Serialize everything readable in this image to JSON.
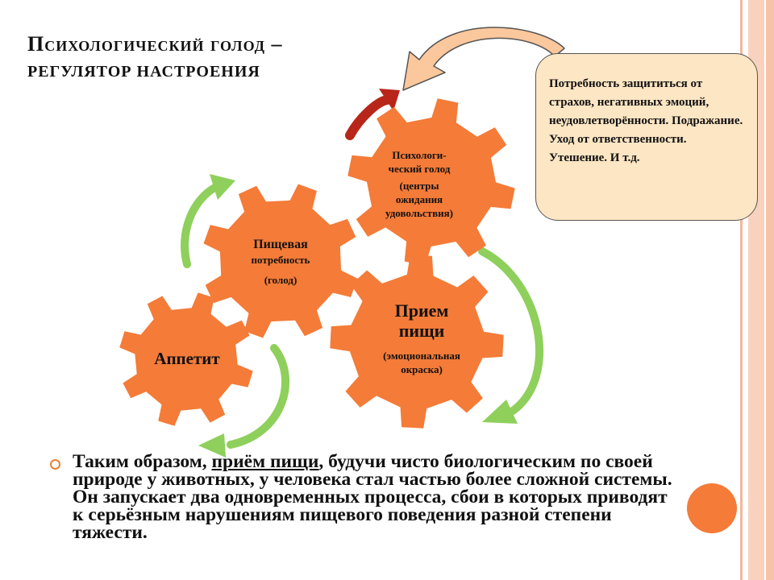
{
  "title": {
    "line1": "Психологический  голод –",
    "line2": "регулятор  настроения"
  },
  "gears": {
    "psych": {
      "title_part1": "Психологи-",
      "title_part2": "ческий голод",
      "sub": "(центры ожидания удовольствия)"
    },
    "food_need": {
      "title": "Пищевая",
      "line2": "потребность",
      "sub": "(голод)"
    },
    "food_intake": {
      "title_part1": "Прием",
      "title_part2": "пищи",
      "sub": "(эмоциональная окраска)"
    },
    "appetite": {
      "title": "Аппетит"
    }
  },
  "callout": {
    "text": "Потребность защититься от страхов, негативных эмоций, неудовлетворённости. Подражание. Уход от ответственности. Утешение. И т.д."
  },
  "bullet": {
    "before": "Таким образом, ",
    "highlight": "приём пищи",
    "after": ", будучи чисто биологическим по своей природе у животных, у человека стал частью более сложной системы. Он запускает два одновременных процесса, сбои в которых приводят к серьёзным нарушениям пищевого поведения разной степени тяжести."
  },
  "colors": {
    "gear": "#f47b38",
    "green_arrow": "#8ed05b",
    "red_arrow": "#b8261a",
    "callout_fill": "#fde6c4",
    "bullet_accent": "#f07f35",
    "stripe": "#f7c3a8"
  }
}
